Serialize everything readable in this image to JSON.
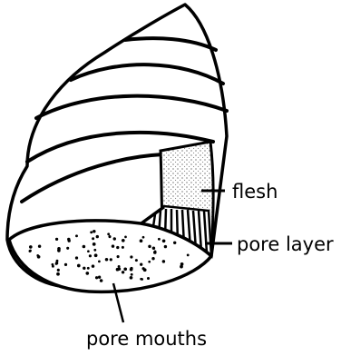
{
  "labels": {
    "flesh": "flesh",
    "pore_layer": "pore layer",
    "pore_mouths": "pore mouths"
  }
}
